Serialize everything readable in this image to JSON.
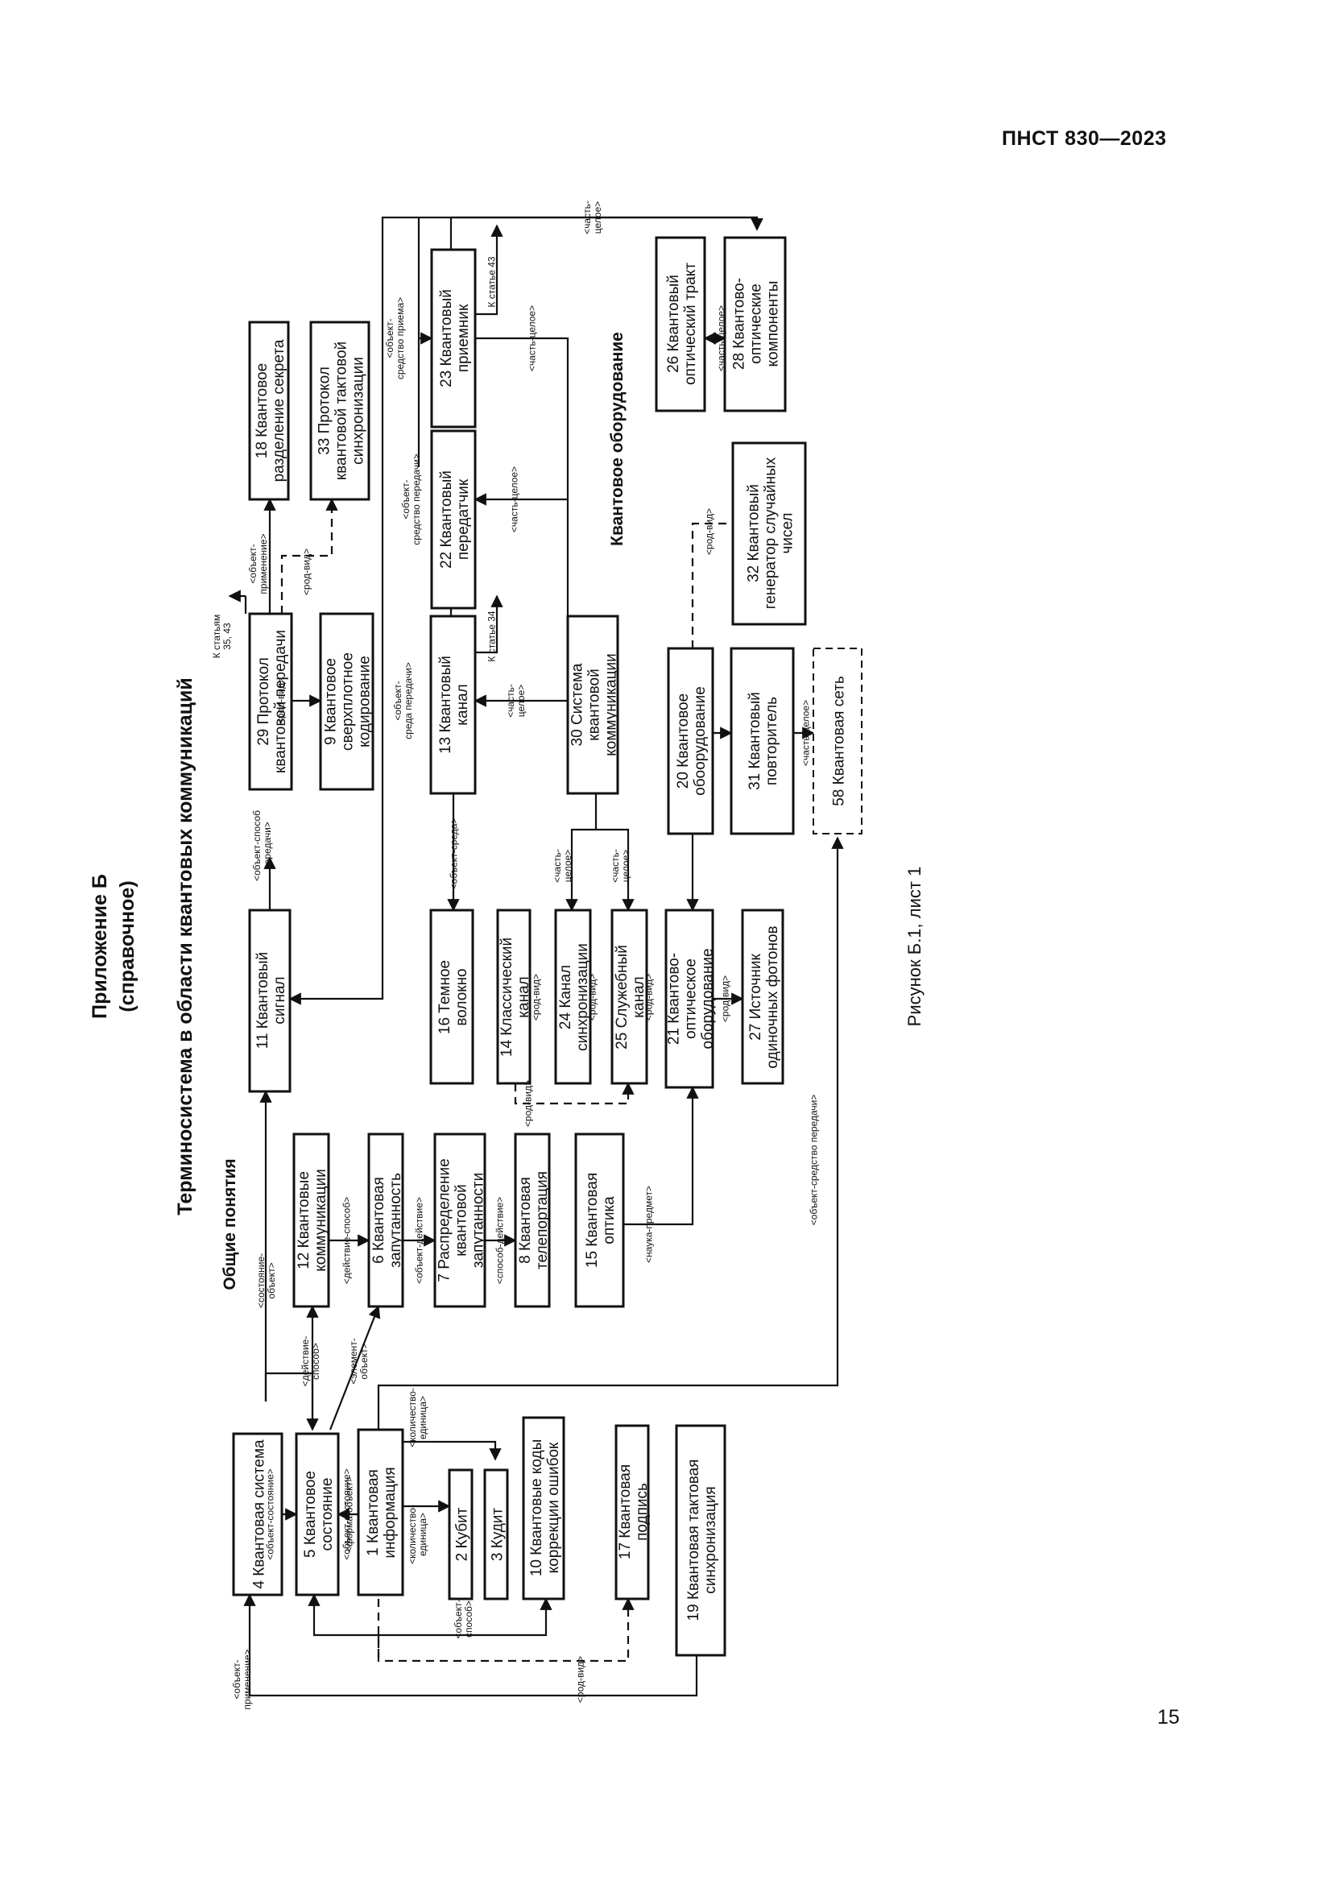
{
  "header": {
    "doc_code": "ПНСТ 830—2023",
    "page_number": "15"
  },
  "titles": {
    "appendix": "Приложение Б",
    "appendix_note": "(справочное)",
    "main": "Терминосистема в области квантовых коммуникаций",
    "section_general": "Общие понятия",
    "section_equipment": "Квантовое оборудование",
    "caption": "Рисунок Б.1, лист 1"
  },
  "terms": [
    {
      "id": "t4",
      "lines": [
        "4 Квантовая система"
      ]
    },
    {
      "id": "t5",
      "lines": [
        "5 Квантовое",
        "состояние"
      ]
    },
    {
      "id": "t1",
      "lines": [
        "1 Квантовая",
        "информация"
      ]
    },
    {
      "id": "t2",
      "lines": [
        "2 Кубит"
      ]
    },
    {
      "id": "t3",
      "lines": [
        "3 Кудит"
      ]
    },
    {
      "id": "t10",
      "lines": [
        "10 Квантовые коды",
        "коррекции ошибок"
      ]
    },
    {
      "id": "t17",
      "lines": [
        "17 Квантовая",
        "подпись"
      ]
    },
    {
      "id": "t19",
      "lines": [
        "19 Квантовая тактовая",
        "синхронизация"
      ]
    },
    {
      "id": "t12",
      "lines": [
        "12 Квантовые",
        "коммуникации"
      ]
    },
    {
      "id": "t6",
      "lines": [
        "6 Квантовая",
        "запутанность"
      ]
    },
    {
      "id": "t7",
      "lines": [
        "7 Распределение",
        "квантовой",
        "запутанности"
      ]
    },
    {
      "id": "t8",
      "lines": [
        "8 Квантовая",
        "телепортация"
      ]
    },
    {
      "id": "t15",
      "lines": [
        "15 Квантовая",
        "оптика"
      ]
    },
    {
      "id": "t11",
      "lines": [
        "11 Квантовый",
        "сигнал"
      ]
    },
    {
      "id": "t16",
      "lines": [
        "16 Темное",
        "волокно"
      ]
    },
    {
      "id": "t14",
      "lines": [
        "14 Классический",
        "канал"
      ]
    },
    {
      "id": "t24",
      "lines": [
        "24 Канал",
        "синхронизации"
      ]
    },
    {
      "id": "t25",
      "lines": [
        "25 Служебный",
        "канал"
      ]
    },
    {
      "id": "t21",
      "lines": [
        "21 Квантово-",
        "оптическое",
        "оборудование"
      ]
    },
    {
      "id": "t27",
      "lines": [
        "27 Источник",
        "одиночных фотонов"
      ]
    },
    {
      "id": "t29",
      "lines": [
        "29 Протокол",
        "квантовой передачи"
      ]
    },
    {
      "id": "t9",
      "lines": [
        "9 Квантовое",
        "сверхплотное",
        "кодирование"
      ]
    },
    {
      "id": "t13",
      "lines": [
        "13 Квантовый",
        "канал"
      ]
    },
    {
      "id": "t30",
      "lines": [
        "30 Система",
        "квантовой",
        "коммуникации"
      ]
    },
    {
      "id": "t20",
      "lines": [
        "20 Квантовое",
        "обоорудование"
      ]
    },
    {
      "id": "t31",
      "lines": [
        "31 Квантовый",
        "повторитель"
      ]
    },
    {
      "id": "t58",
      "lines": [
        "58 Квантовая сеть"
      ]
    },
    {
      "id": "t32",
      "lines": [
        "32 Квантовый",
        "генератор случайных",
        "чисел"
      ]
    },
    {
      "id": "t22",
      "lines": [
        "22 Квантовый",
        "передатчик"
      ]
    },
    {
      "id": "t23",
      "lines": [
        "23 Квантовый",
        "приемник"
      ]
    },
    {
      "id": "t18",
      "lines": [
        "18 Квантовое",
        "разделение секрета"
      ]
    },
    {
      "id": "t33",
      "lines": [
        "33 Протокол",
        "квантовой тактовой",
        "синхронизации"
      ]
    },
    {
      "id": "t26",
      "lines": [
        "26 Квантовый",
        "оптический тракт"
      ]
    },
    {
      "id": "t28",
      "lines": [
        "28 Квантово-",
        "оптические",
        "компоненты"
      ]
    }
  ],
  "relations": [
    {
      "id": "r_obj_app_1",
      "lines": [
        "<объект-",
        "применение>"
      ]
    },
    {
      "id": "r_obj_state_a",
      "lines": [
        "<объект-состояние>"
      ]
    },
    {
      "id": "r_obj_state_b",
      "lines": [
        "<объект-состояние>"
      ]
    },
    {
      "id": "r_form_obj",
      "lines": [
        "<форма-объект>"
      ]
    },
    {
      "id": "r_qty_unit_a",
      "lines": [
        "<количество-",
        "единица>"
      ]
    },
    {
      "id": "r_qty_unit_b",
      "lines": [
        "<количество-",
        "единица>"
      ]
    },
    {
      "id": "r_obj_method",
      "lines": [
        "<объект-",
        "способ>"
      ]
    },
    {
      "id": "r_genus_1",
      "lines": [
        "<род-вид>"
      ]
    },
    {
      "id": "r_act_method",
      "lines": [
        "<действие-",
        "способ>"
      ]
    },
    {
      "id": "r_elem_obj",
      "lines": [
        "<элемент-",
        "объект>"
      ]
    },
    {
      "id": "r_state_obj",
      "lines": [
        "<состояние-",
        "объект>"
      ]
    },
    {
      "id": "r_act_method2",
      "lines": [
        "<действие-способ>"
      ]
    },
    {
      "id": "r_obj_act",
      "lines": [
        "<объект-действие>"
      ]
    },
    {
      "id": "r_method_act",
      "lines": [
        "<способ-действие>"
      ]
    },
    {
      "id": "r_sci_subj",
      "lines": [
        "<наука-предмет>"
      ]
    },
    {
      "id": "r_genus_2",
      "lines": [
        "<род-вид>"
      ]
    },
    {
      "id": "r_genus_3",
      "lines": [
        "<род-вид>"
      ]
    },
    {
      "id": "r_genus_4",
      "lines": [
        "<род-вид>"
      ]
    },
    {
      "id": "r_genus_5",
      "lines": [
        "<род-вид>"
      ]
    },
    {
      "id": "r_genus_6",
      "lines": [
        "<род-вид>"
      ]
    },
    {
      "id": "r_genus_7",
      "lines": [
        "<род-вид>"
      ]
    },
    {
      "id": "r_genus_8",
      "lines": [
        "<род-вид>"
      ]
    },
    {
      "id": "r_genus_9",
      "lines": [
        "<род-вид>"
      ]
    },
    {
      "id": "r_obj_means_tx",
      "lines": [
        "<объект-средство передачи>"
      ]
    },
    {
      "id": "r_obj_medium",
      "lines": [
        "<объект-среда>"
      ]
    },
    {
      "id": "r_part_whole_a",
      "lines": [
        "<часть-",
        "целое>"
      ]
    },
    {
      "id": "r_part_whole_b",
      "lines": [
        "<часть-",
        "целое>"
      ]
    },
    {
      "id": "r_obj_method_tx",
      "lines": [
        "<объект-способ",
        "передачи>"
      ]
    },
    {
      "id": "r_obj_medium_tx",
      "lines": [
        "<объект-",
        "среда передачи>"
      ]
    },
    {
      "id": "r_part_whole_c",
      "lines": [
        "<часть-",
        "целое>"
      ]
    },
    {
      "id": "r_part_whole_d",
      "lines": [
        "<часть-целое>"
      ]
    },
    {
      "id": "r_part_whole_e",
      "lines": [
        "<часть-целое>"
      ]
    },
    {
      "id": "r_part_whole_f",
      "lines": [
        "<часть-целое>"
      ]
    },
    {
      "id": "r_part_whole_g",
      "lines": [
        "<часть-целое>"
      ]
    },
    {
      "id": "r_part_whole_h",
      "lines": [
        "<часть-",
        "целое>"
      ]
    },
    {
      "id": "r_obj_app_2",
      "lines": [
        "<объект-",
        "применение>"
      ]
    },
    {
      "id": "r_obj_means_tx2",
      "lines": [
        "<объект-",
        "средство передачи>"
      ]
    },
    {
      "id": "r_obj_means_rx",
      "lines": [
        "<объект-",
        "средство приема>"
      ]
    },
    {
      "id": "r_ref_35_43",
      "lines": [
        "К статьям",
        "35, 43"
      ]
    },
    {
      "id": "r_ref_34",
      "lines": [
        "К статье 34"
      ]
    },
    {
      "id": "r_ref_43",
      "lines": [
        "К статье 43"
      ]
    }
  ]
}
